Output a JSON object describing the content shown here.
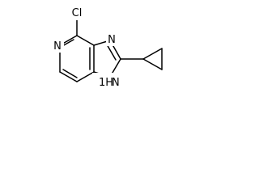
{
  "molecule": {
    "atoms": {
      "chlorine": "Cl",
      "pyridine_nitrogen": "N",
      "imidazole_nitrogen": "N",
      "imidazole_nh": "1H",
      "imidazole_nh_n": "N"
    }
  },
  "colors": {
    "bond": "#000000",
    "background": "#ffffff"
  }
}
